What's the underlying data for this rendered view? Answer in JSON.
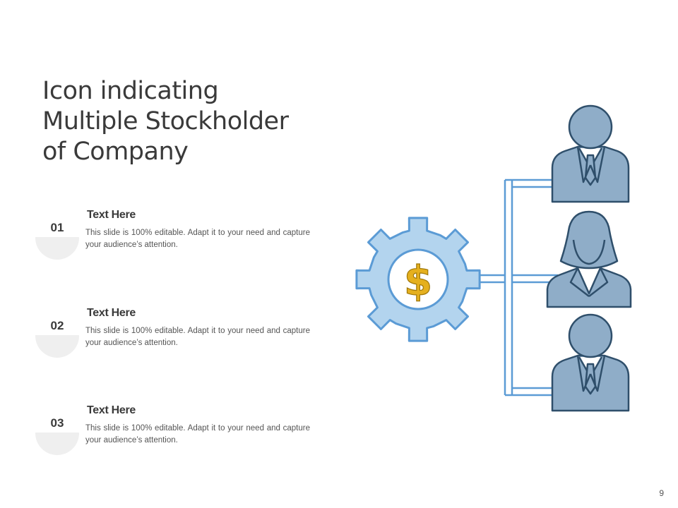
{
  "slide": {
    "title_lines": [
      "Icon indicating",
      "Multiple Stockholder",
      "of Company"
    ],
    "page_number": "9"
  },
  "items": [
    {
      "number": "01",
      "heading": "Text Here",
      "description": "This slide is 100% editable. Adapt it to your need and capture your audience’s attention."
    },
    {
      "number": "02",
      "heading": "Text Here",
      "description": "This slide is 100% editable. Adapt it to your need and capture your audience’s attention."
    },
    {
      "number": "03",
      "heading": "Text Here",
      "description": "This slide is 100% editable. Adapt it to your need and capture your audience’s attention."
    }
  ],
  "graphic": {
    "currency_symbol": "$",
    "colors": {
      "gear_fill": "#b3d4ee",
      "gear_stroke": "#5b9bd5",
      "person_fill": "#8fadc8",
      "person_stroke": "#2f4f6b",
      "connector": "#5b9bd5",
      "dollar": "#e5b01e"
    },
    "icons": [
      "gear-icon",
      "dollar-icon",
      "businessman-icon",
      "businesswoman-icon",
      "businessman-icon"
    ]
  }
}
